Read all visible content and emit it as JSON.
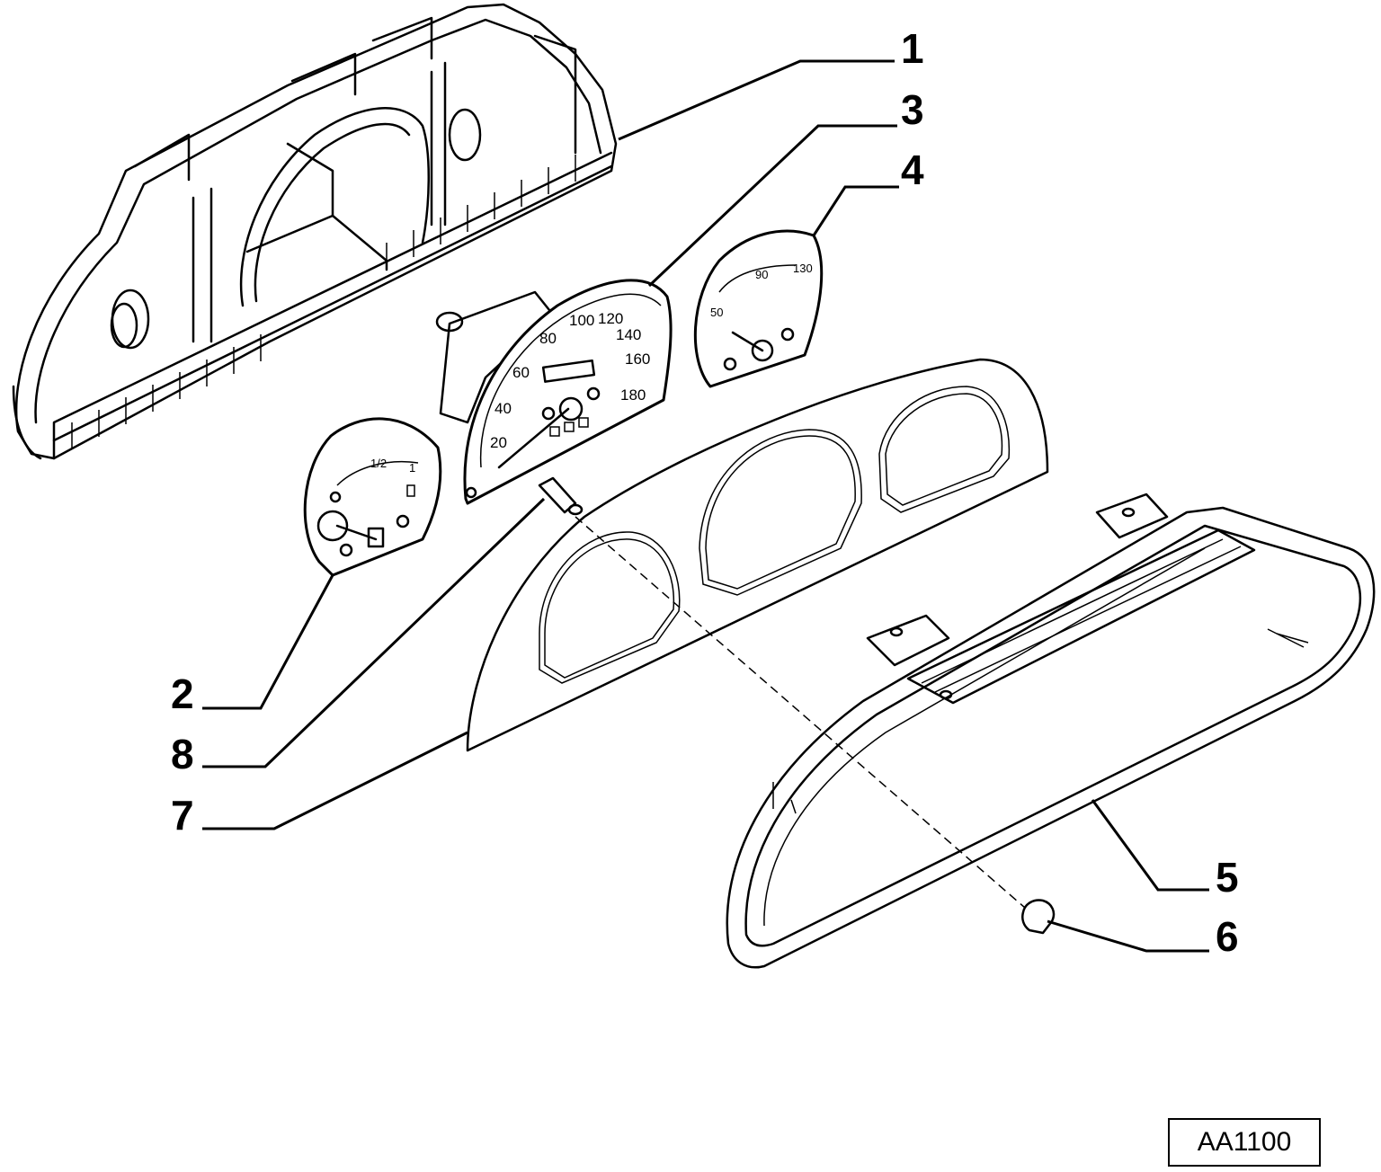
{
  "callouts": {
    "c1": "1",
    "c2": "2",
    "c3": "3",
    "c4": "4",
    "c5": "5",
    "c6": "6",
    "c7": "7",
    "c8": "8"
  },
  "speedometer_scale": [
    "20",
    "40",
    "60",
    "80",
    "100",
    "120",
    "140",
    "160",
    "180"
  ],
  "temperature_scale": [
    "50",
    "90",
    "130"
  ],
  "fuel_scale": [
    "1/2",
    "1"
  ],
  "drawing_code": "AA1100",
  "colors": {
    "ink": "#000000",
    "paper": "#ffffff"
  }
}
